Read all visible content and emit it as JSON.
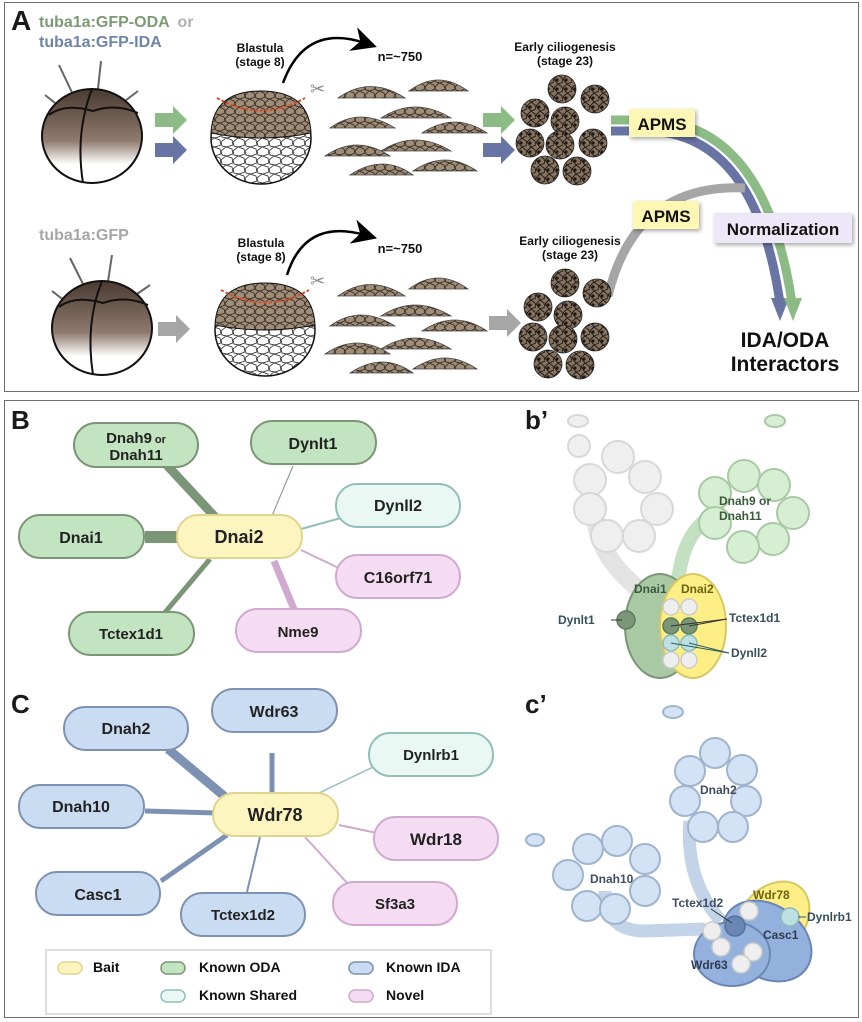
{
  "panel_a": {
    "letter": "A",
    "top_row": {
      "title_oda": "tuba1a:GFP-ODA",
      "title_or": "or",
      "title_ida": "tuba1a:GFP-IDA",
      "blastula_line1": "Blastula",
      "blastula_line2": "(stage 8)",
      "count": "n=~750",
      "cilio_line1": "Early ciliogenesis",
      "cilio_line2": "(stage 23)",
      "apms": "APMS"
    },
    "bottom_row": {
      "title": "tuba1a:GFP",
      "blastula_line1": "Blastula",
      "blastula_line2": "(stage 8)",
      "count": "n=~750",
      "cilio_line1": "Early ciliogenesis",
      "cilio_line2": "(stage 23)",
      "apms": "APMS"
    },
    "normalization": "Normalization",
    "result_line1": "IDA/ODA",
    "result_line2": "Interactors",
    "colors": {
      "oda": "#8dbb85",
      "ida": "#6874a3",
      "control": "#a6a6a6",
      "apms_bg": "#fdf7b5",
      "norm_bg": "#ece8f7"
    }
  },
  "panel_b": {
    "letter": "B",
    "bait": "Dnai2",
    "nodes": [
      {
        "line1": "Dnah9",
        "small": "or",
        "line2": "Dnah11",
        "category": "oda"
      },
      {
        "label": "Dynlt1",
        "category": "oda"
      },
      {
        "label": "Dynll2",
        "category": "shared"
      },
      {
        "label": "Dnai1",
        "category": "oda"
      },
      {
        "label": "C16orf71",
        "category": "novel"
      },
      {
        "label": "Tctex1d1",
        "category": "oda"
      },
      {
        "label": "Nme9",
        "category": "novel"
      }
    ]
  },
  "panel_b_prime": {
    "letter": "b’",
    "heavy_chain_line1": "Dnah9 or",
    "heavy_chain_line2": "Dnah11",
    "dnai1": "Dnai1",
    "dnai2": "Dnai2",
    "dynlt1": "Dynlt1",
    "tctex1d1": "Tctex1d1",
    "dynll2": "Dynll2"
  },
  "panel_c": {
    "letter": "C",
    "bait": "Wdr78",
    "nodes": [
      {
        "label": "Dnah2",
        "category": "ida"
      },
      {
        "label": "Wdr63",
        "category": "ida"
      },
      {
        "label": "Dynlrb1",
        "category": "shared"
      },
      {
        "label": "Dnah10",
        "category": "ida"
      },
      {
        "label": "Wdr18",
        "category": "novel"
      },
      {
        "label": "Casc1",
        "category": "ida"
      },
      {
        "label": "Tctex1d2",
        "category": "ida"
      },
      {
        "label": "Sf3a3",
        "category": "novel"
      }
    ]
  },
  "panel_c_prime": {
    "letter": "c’",
    "dnah2": "Dnah2",
    "dnah10": "Dnah10",
    "tctex1d2": "Tctex1d2",
    "wdr78": "Wdr78",
    "dynlrb1": "Dynlrb1",
    "casc1": "Casc1",
    "wdr63": "Wdr63"
  },
  "legend": {
    "items": [
      {
        "label": "Bait",
        "category": "bait"
      },
      {
        "label": "Known ODA",
        "category": "oda"
      },
      {
        "label": "Known IDA",
        "category": "ida"
      },
      {
        "label": "Known Shared",
        "category": "shared"
      },
      {
        "label": "Novel",
        "category": "novel"
      }
    ]
  },
  "category_colors": {
    "bait": {
      "fill": "#fdf5c0",
      "stroke": "#e0d58e"
    },
    "oda": {
      "fill": "#c3e4c0",
      "stroke": "#7b9677"
    },
    "ida": {
      "fill": "#cadcf2",
      "stroke": "#7d92b3"
    },
    "shared": {
      "fill": "#e9f8f3",
      "stroke": "#93bdb9"
    },
    "novel": {
      "fill": "#f5dcf2",
      "stroke": "#d0a9cf"
    }
  }
}
